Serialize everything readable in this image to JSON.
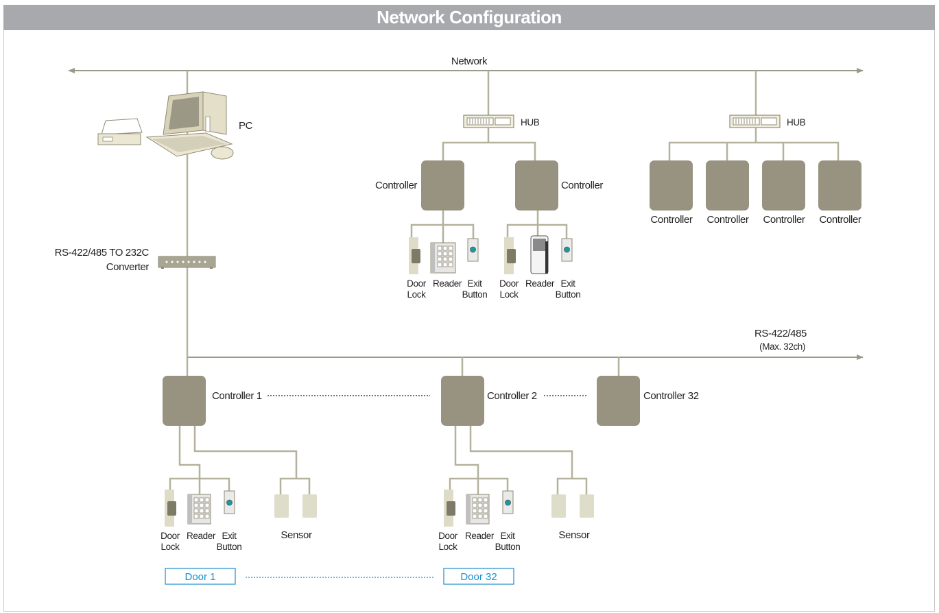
{
  "title": "Network Configuration",
  "labels": {
    "network": "Network",
    "pc": "PC",
    "hub": "HUB",
    "controller": "Controller",
    "converter_line1": "RS-422/485 TO 232C",
    "converter_line2": "Converter",
    "rs_bus_line1": "RS-422/485",
    "rs_bus_line2": "(Max. 32ch)",
    "controller_1": "Controller 1",
    "controller_2": "Controller 2",
    "controller_32": "Controller 32",
    "door": "Door",
    "lock": "Lock",
    "reader": "Reader",
    "exit": "Exit",
    "button": "Button",
    "sensor": "Sensor",
    "door_1": "Door 1",
    "door_32": "Door 32"
  },
  "colors": {
    "title_bar": "#a7a9ac",
    "controller": "#979380",
    "wire": "#b4b29c",
    "door_label": "#1c8ccb",
    "exit_button_led": "#1a9aa0"
  },
  "icons": [
    "pc-icon",
    "printer-icon",
    "hub-icon",
    "converter-icon",
    "door-lock-icon",
    "keypad-reader-icon",
    "card-reader-icon",
    "exit-button-icon",
    "sensor-icon"
  ]
}
